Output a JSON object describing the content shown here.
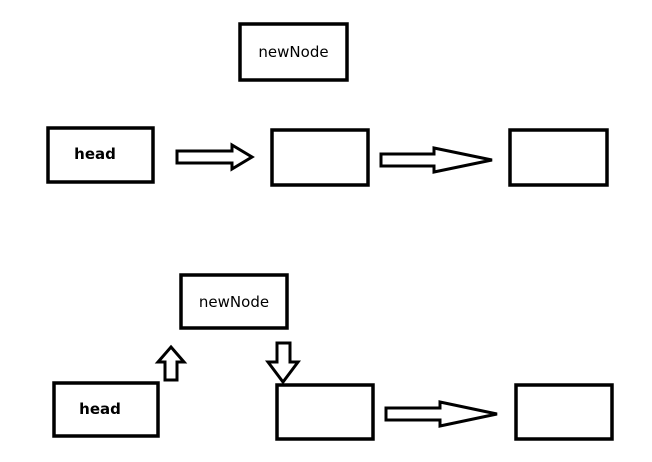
{
  "diagram": {
    "before": {
      "head_label": "head",
      "new_node_label": "newNode"
    },
    "after": {
      "head_label": "head",
      "new_node_label": "newNode"
    }
  }
}
